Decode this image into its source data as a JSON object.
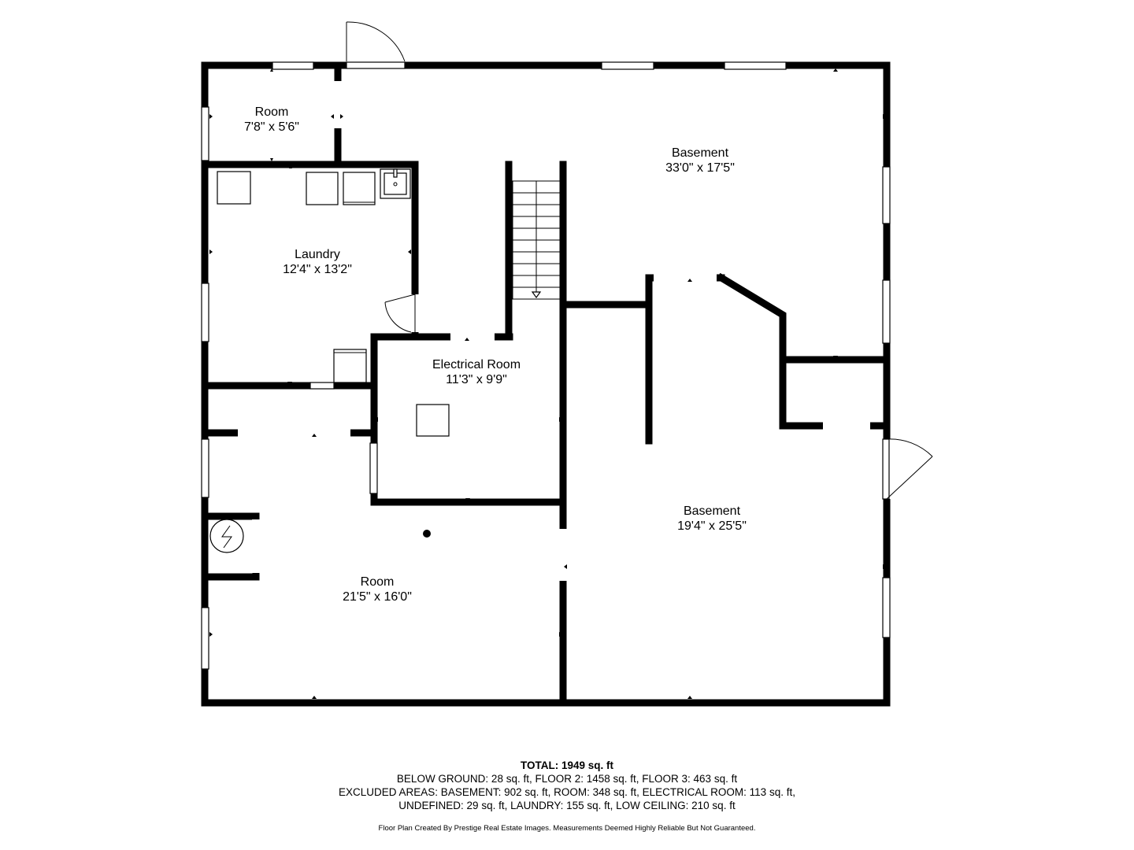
{
  "rooms": {
    "room_small": {
      "name": "Room",
      "dims": "7'8\" x 5'6\""
    },
    "basement_top": {
      "name": "Basement",
      "dims": "33'0\" x 17'5\""
    },
    "laundry": {
      "name": "Laundry",
      "dims": "12'4\" x 13'2\""
    },
    "electrical": {
      "name": "Electrical Room",
      "dims": "11'3\" x 9'9\""
    },
    "basement_bottom": {
      "name": "Basement",
      "dims": "19'4\" x 25'5\""
    },
    "room_large": {
      "name": "Room",
      "dims": "21'5\" x 16'0\""
    }
  },
  "footer": {
    "total": "TOTAL: 1949 sq. ft",
    "line1": "BELOW GROUND: 28 sq. ft, FLOOR 2: 1458 sq. ft, FLOOR 3: 463 sq. ft",
    "line2": "EXCLUDED AREAS: BASEMENT: 902 sq. ft, ROOM: 348 sq. ft, ELECTRICAL ROOM: 113 sq. ft,",
    "line3": "UNDEFINED: 29 sq. ft, LAUNDRY: 155 sq. ft, LOW CEILING: 210 sq. ft",
    "credit": "Floor Plan Created By Prestige Real Estate Images. Measurements Deemed Highly Reliable But Not Guaranteed."
  },
  "colors": {
    "wall": "#000000",
    "background": "#ffffff"
  }
}
